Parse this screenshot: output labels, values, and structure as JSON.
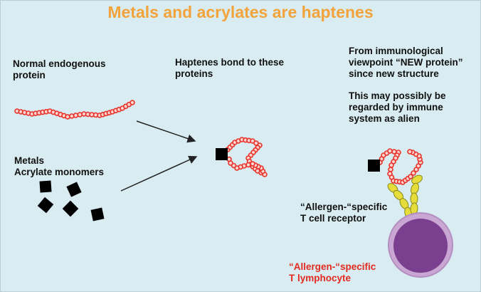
{
  "title": "Metals and acrylates are haptenes",
  "labels": {
    "normal_protein": "Normal endogenous\nprotein",
    "haptens_bond": "Haptenes bond to these\nproteins",
    "immunological": "From immunological\nviewpoint “NEW protein”\nsince new structure",
    "alien": "This may possibly be\nregarded by immune\nsystem as alien",
    "metals": "Metals\nAcrylate monomers",
    "receptor": "“Allergen-“specific\nT cell receptor",
    "lymphocyte": "“Allergen-“specific\nT lymphocyte"
  },
  "colors": {
    "background": "#d9ecf1",
    "title": "#f3a33b",
    "protein_bead_fill": "#fbd3cf",
    "protein_bead_stroke": "#e8322a",
    "receptor": "#e6dd3a",
    "cell_outer": "#c9a6d3",
    "cell_nucleus": "#7a3f8e",
    "label_red": "#e32a1f"
  }
}
